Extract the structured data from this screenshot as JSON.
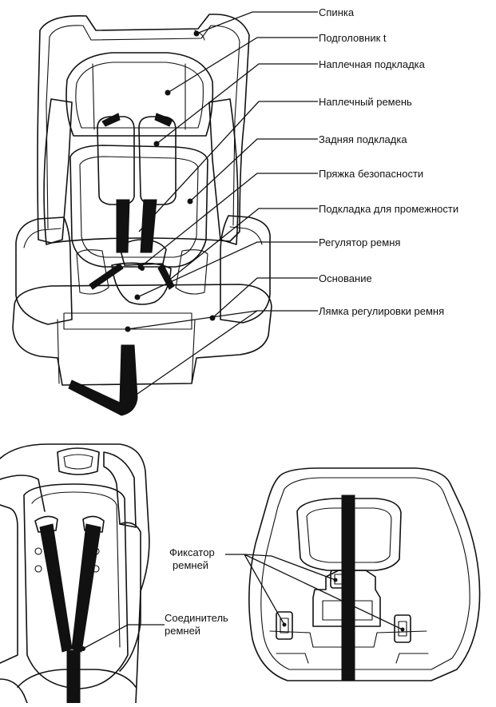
{
  "callouts": [
    {
      "id": "back",
      "text": "Спинка"
    },
    {
      "id": "headrest",
      "text": "Подголовник t"
    },
    {
      "id": "shoulder-pad",
      "text": "Наплечная подкладка"
    },
    {
      "id": "shoulder-belt",
      "text": "Наплечный ремень"
    },
    {
      "id": "back-pad",
      "text": "Задняя подкладка"
    },
    {
      "id": "buckle",
      "text": "Пряжка безопасности"
    },
    {
      "id": "crotch-pad",
      "text": "Подкладка для промежности"
    },
    {
      "id": "adjuster",
      "text": "Регулятор ремня"
    },
    {
      "id": "base",
      "text": "Основание"
    },
    {
      "id": "adjust-strap",
      "text": "Лямка регулировки ремня"
    }
  ],
  "bottom_labels": {
    "belt_lock": {
      "line1": "Фиксатор",
      "line2": "ремней"
    },
    "belt_connector": {
      "line1": "Соединитель",
      "line2": "ремней"
    }
  }
}
